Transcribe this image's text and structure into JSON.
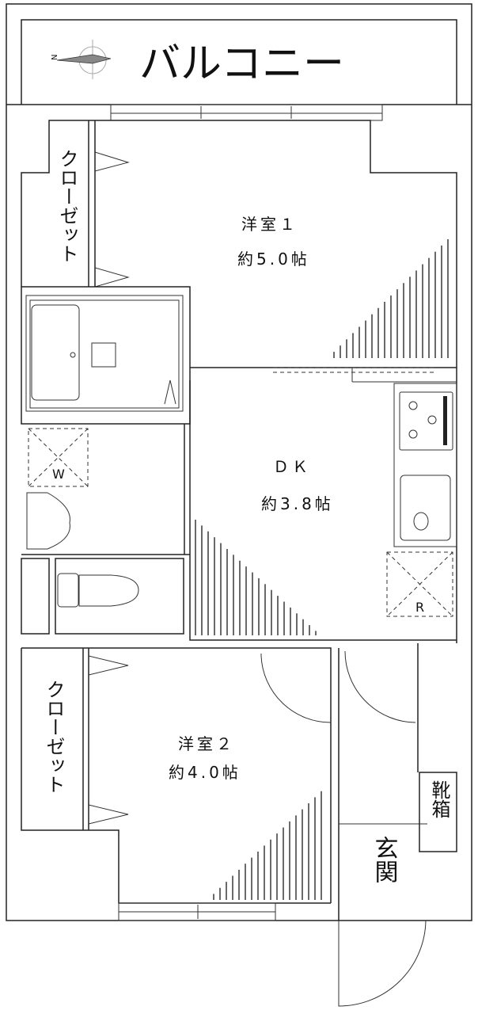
{
  "balcony": {
    "label": "バルコニー",
    "compass_letter": "N"
  },
  "rooms": {
    "western1": {
      "name": "洋室１",
      "size": "約5.0帖"
    },
    "dk": {
      "name": "ＤＫ",
      "size": "約3.8帖"
    },
    "western2": {
      "name": "洋室２",
      "size": "約4.0帖"
    }
  },
  "closet1": {
    "label": "クローゼット"
  },
  "closet2": {
    "label": "クローゼット"
  },
  "washer": {
    "label": "W"
  },
  "fridge": {
    "label": "R"
  },
  "shoe_box": {
    "label": "靴箱"
  },
  "entrance": {
    "label": "玄関"
  }
}
